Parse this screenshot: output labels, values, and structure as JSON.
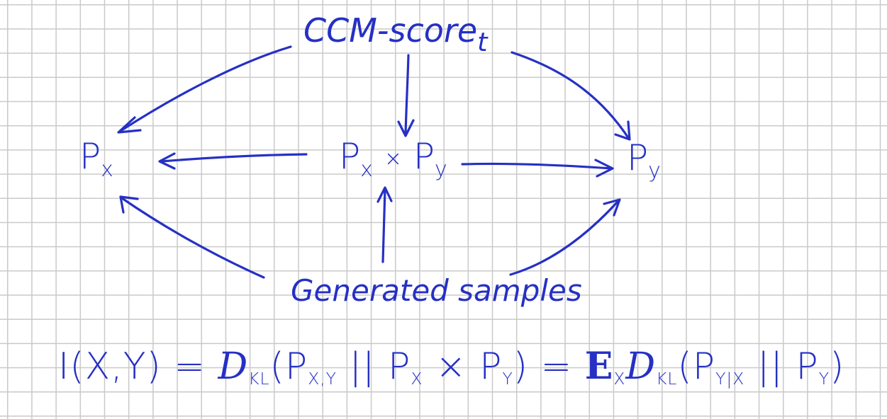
{
  "nodes": {
    "ccm_score": {
      "text": "CCM-score",
      "sub": "t"
    },
    "px": {
      "text": "P",
      "sub": "x"
    },
    "product": {
      "p1": "P",
      "s1": "x",
      "times": "×",
      "p2": "P",
      "s2": "y"
    },
    "py": {
      "text": "P",
      "sub": "y"
    },
    "generated_samples": {
      "text": "Generated samples"
    }
  },
  "formula": {
    "text": "I(X,Y) = D_KL(P_X,Y || P_X × P_Y) = E_X D_KL(P_Y|X || P_Y)",
    "lhs": "I(X,Y)",
    "eq1": "=",
    "d1": "D",
    "d1_sub": "KL",
    "arg1_open": "(P",
    "arg1_sub": "X,Y",
    "arg1_mid": "|| P",
    "arg1_sub2": "X",
    "arg1_times": "× P",
    "arg1_sub3": "Y",
    "arg1_close": ")",
    "eq2": "=",
    "e": "E",
    "e_sub": "X",
    "d2": "D",
    "d2_sub": "KL",
    "arg2_open": "(P",
    "arg2_sub": "Y|X",
    "arg2_mid": "|| P",
    "arg2_sub2": "Y",
    "arg2_close": ")"
  },
  "colors": {
    "ink": "#2630c4",
    "grid": "#c9c9c9",
    "background": "#ffffff"
  }
}
